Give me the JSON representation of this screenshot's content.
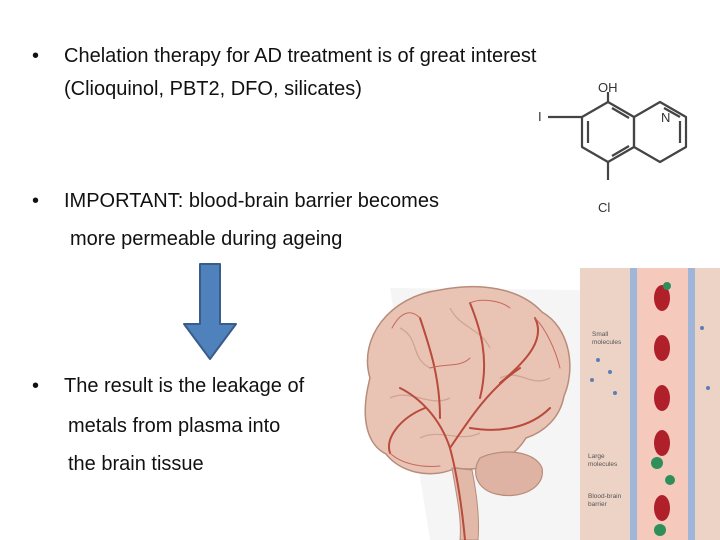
{
  "bullets": [
    {
      "symbol": "•",
      "lines": [
        "Chelation therapy for AD treatment is of great interest",
        "(Clioquinol, PBT2, DFO, silicates)"
      ]
    },
    {
      "symbol": "•",
      "lines": [
        "IMPORTANT: blood-brain barrier becomes",
        "more permeable during ageing"
      ]
    },
    {
      "symbol": "•",
      "lines": [
        "The result is the leakage of",
        "metals from plasma into",
        "the brain tissue"
      ]
    }
  ],
  "molecule": {
    "oh": "OH",
    "n": "N",
    "i": "I",
    "cl": "Cl"
  },
  "figure": {
    "small": [
      "Small",
      "molecules"
    ],
    "large": [
      "Large",
      "molecules"
    ],
    "barrier": [
      "Blood-brain",
      "barrier"
    ]
  },
  "colors": {
    "arrow": "#4f81bd",
    "arrow_border": "#385d8a",
    "vessel": "#b94a3c"
  }
}
